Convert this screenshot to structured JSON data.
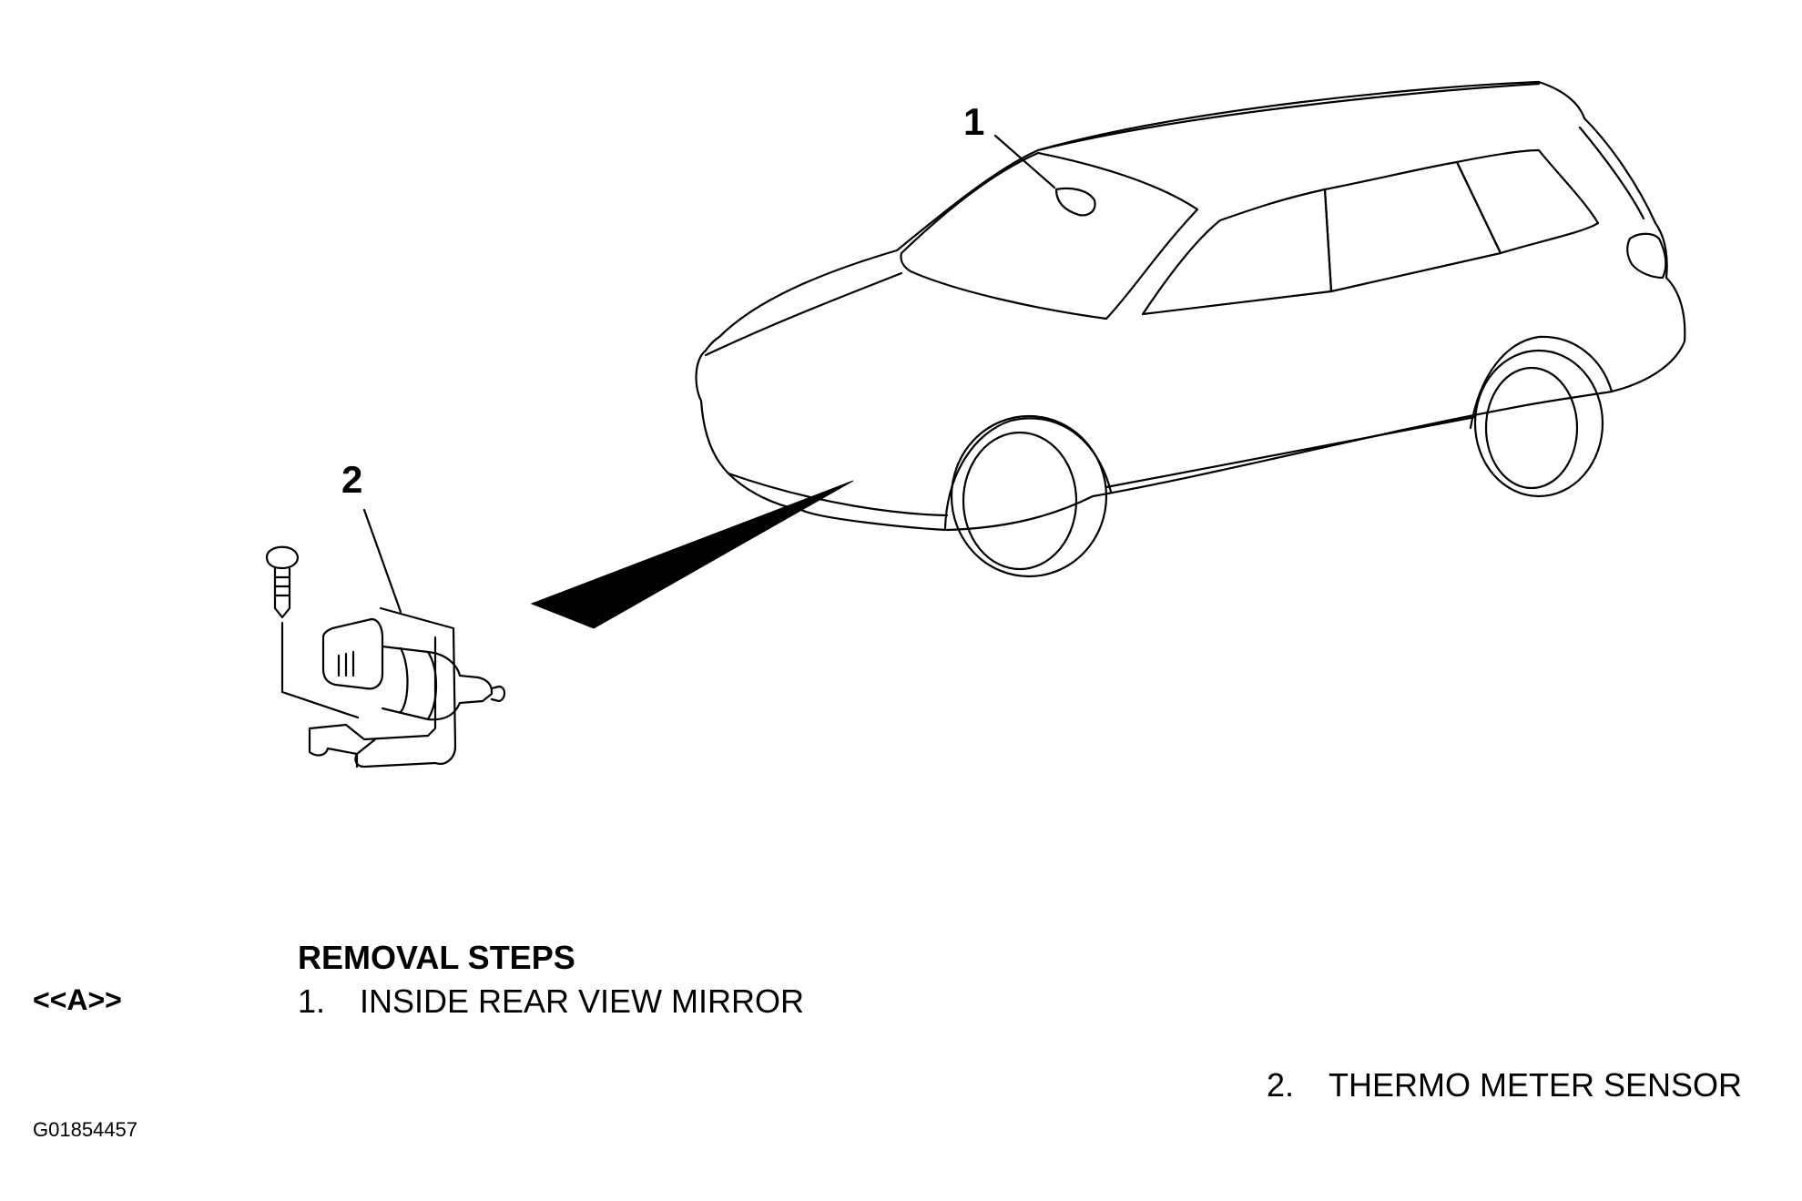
{
  "callouts": {
    "item1": "1",
    "item2": "2"
  },
  "removal": {
    "heading": "REMOVAL STEPS",
    "reference_tag": "<<A>>",
    "steps": [
      {
        "number": "1.",
        "label": "INSIDE REAR VIEW MIRROR"
      },
      {
        "number": "2.",
        "label": "THERMO METER SENSOR"
      }
    ]
  },
  "figure_id": "G01854457",
  "colors": {
    "line": "#000000",
    "background": "#ffffff"
  }
}
